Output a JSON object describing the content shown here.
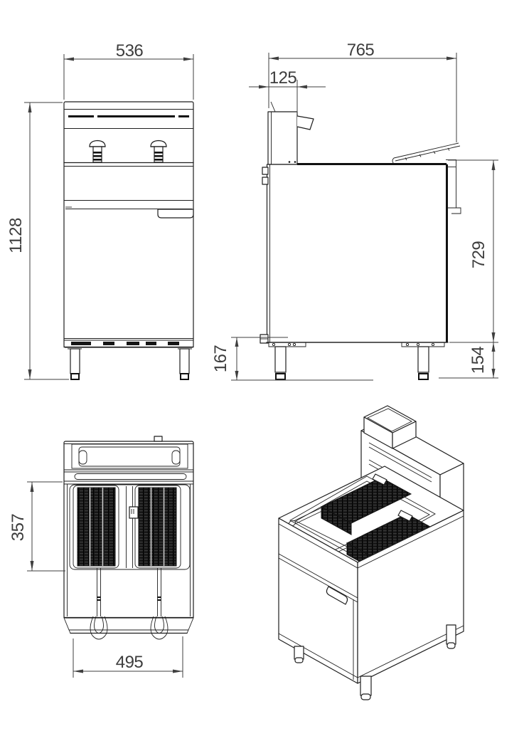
{
  "colors": {
    "background": "#ffffff",
    "drawing_line": "#1f1f1f",
    "dimension_line": "#3f3f3f",
    "basket_mesh": "#181818"
  },
  "dims": {
    "front_width": "536",
    "overall_height": "1128",
    "overall_depth": "765",
    "flue_depth": "125",
    "body_height": "729",
    "gas_inlet_height": "167",
    "leg_height": "154",
    "tank_depth": "357",
    "front_panel_width": "495"
  }
}
